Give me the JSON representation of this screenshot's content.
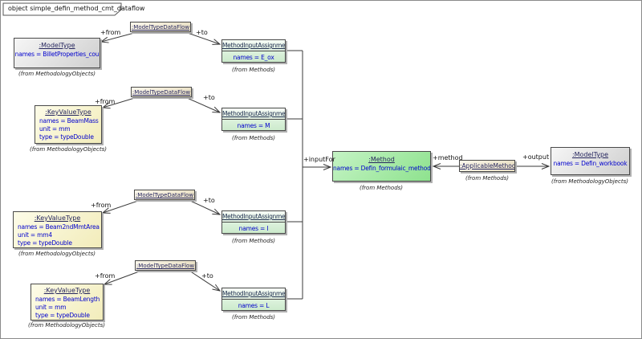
{
  "frame": {
    "title": "object simple_defin_method_cmt_dataflow"
  },
  "labels": {
    "from": "+from",
    "to": "+to",
    "input_for": "+inputFor",
    "method": "+method",
    "output": "+output"
  },
  "stereotype_notes": {
    "methodology_objects": "(from MethodologyObjects)",
    "methods": "(from Methods)"
  },
  "nodes": {
    "billet": {
      "title": ":ModelType",
      "names": "names = BilletProperties_cou",
      "from": "(from MethodologyObjects)"
    },
    "beam_mass": {
      "title": ":KeyValueType",
      "attrs": [
        "names = BeamMass",
        "unit = mm",
        "type = typeDouble"
      ],
      "from": "(from MethodologyObjects)"
    },
    "beam_2nd_mmt_area": {
      "title": ":KeyValueType",
      "attrs": [
        "names = Beam2ndMmtArea",
        "unit = mm4",
        "type = typeDouble"
      ],
      "from": "(from MethodologyObjects)"
    },
    "beam_length": {
      "title": ":KeyValueType",
      "attrs": [
        "names = BeamLength",
        "unit = mm",
        "type = typeDouble"
      ],
      "from": "(from MethodologyObjects)"
    },
    "dataflow": {
      "title": ":ModelTypeDataFlow"
    },
    "mia_e": {
      "title": "MethodInputAssignment",
      "names": "names = E_ox",
      "from": "(from Methods)"
    },
    "mia_m": {
      "title": "MethodInputAssignment",
      "names": "names = M",
      "from": "(from Methods)"
    },
    "mia_i": {
      "title": "MethodInputAssignment",
      "names": "names = I",
      "from": "(from Methods)"
    },
    "mia_l": {
      "title": "MethodInputAssignment",
      "names": "names = L",
      "from": "(from Methods)"
    },
    "method": {
      "title": ":Method",
      "names": "names = Defin_formulaic_method",
      "from": "(from Methods)"
    },
    "applicable_method": {
      "title": ":ApplicableMethod",
      "from": "(from Methods)"
    },
    "workbook": {
      "title": ":ModelType",
      "names": "names = Defin_workbook",
      "from": "(from MethodologyObjects)"
    }
  },
  "colors": {
    "model_type_fill": "#d2d2d2",
    "key_value_fill": "#f2ecba",
    "dataflow_fill": "#e8dfc3",
    "mia_fill": "#d6eed6",
    "method_fill": "#9ae69a",
    "attr_text": "#0000cd",
    "title_text": "#26265e",
    "line": "#3a3a3a"
  }
}
